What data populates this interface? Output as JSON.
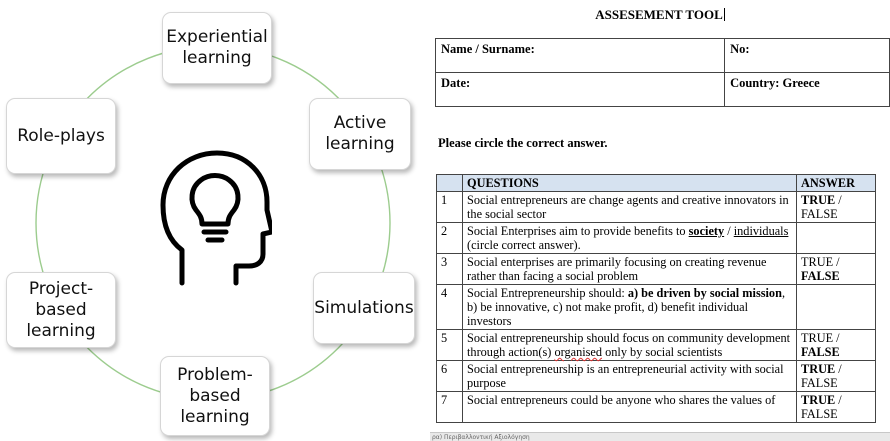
{
  "diagram": {
    "nodes": {
      "experiential": "Experiential\nlearning",
      "active": "Active\nlearning",
      "simulations": "Simulations",
      "problem_based": "Problem-\nbased\nlearning",
      "project_based": "Project-\nbased\nlearning",
      "role_plays": "Role-plays"
    },
    "center_icon": "head-lightbulb-icon",
    "ring_color": "#9ccc8e"
  },
  "document": {
    "title": "ASSESEMENT TOOL",
    "info": {
      "name_label": "Name / Surname:",
      "no_label": "No:",
      "date_label": "Date:",
      "country_label": "Country: Greece"
    },
    "instruction": "Please circle the correct answer.",
    "headers": {
      "num": "",
      "questions": "QUESTIONS",
      "answer": "ANSWER"
    },
    "header_color": "#d6e2f0",
    "rows": [
      {
        "n": "1",
        "q": "Social entrepreneurs are change agents and creative innovators in the social sector",
        "a_true": "TRUE",
        "a_sep": " / ",
        "a_false": "FALSE",
        "bold": "true"
      },
      {
        "n": "2",
        "q_pre": "Social Enterprises aim to provide benefits to ",
        "q_opt1": "society",
        "q_sep": " / ",
        "q_opt2": "individuals",
        "q_post": " (circle correct answer).",
        "a_true": "",
        "a_sep": "",
        "a_false": "",
        "bold": ""
      },
      {
        "n": "3",
        "q": "Social enterprises are primarily focusing on creating revenue rather than facing a social problem",
        "a_true": "TRUE",
        "a_sep": " / ",
        "a_false": "FALSE",
        "bold": "false"
      },
      {
        "n": "4",
        "q_pre": "Social Entrepreneurship should: ",
        "q_bold": "a) be driven by social mission",
        "q_post": ", b) be innovative, c) not make profit, d) benefit individual investors",
        "a_true": "",
        "a_sep": "",
        "a_false": "",
        "bold": ""
      },
      {
        "n": "5",
        "q_pre": "Social entrepreneurship should focus on community development through action(s) ",
        "q_squig": "organised",
        "q_post": " only by social scientists",
        "a_true": "TRUE",
        "a_sep": " / ",
        "a_false": "FALSE",
        "bold": "false"
      },
      {
        "n": "6",
        "q": "Social entrepreneurship is an entrepreneurial activity with social purpose",
        "a_true": "TRUE",
        "a_sep": " / ",
        "a_false": "FALSE",
        "bold": "true"
      },
      {
        "n": "7",
        "q": "Social entrepreneurs could be anyone who shares the values of",
        "a_true": "TRUE",
        "a_sep": " / ",
        "a_false": "FALSE",
        "bold": "true"
      }
    ],
    "statusbar": "ρα)   Περιβαλλοντική Αξιολόγηση"
  }
}
